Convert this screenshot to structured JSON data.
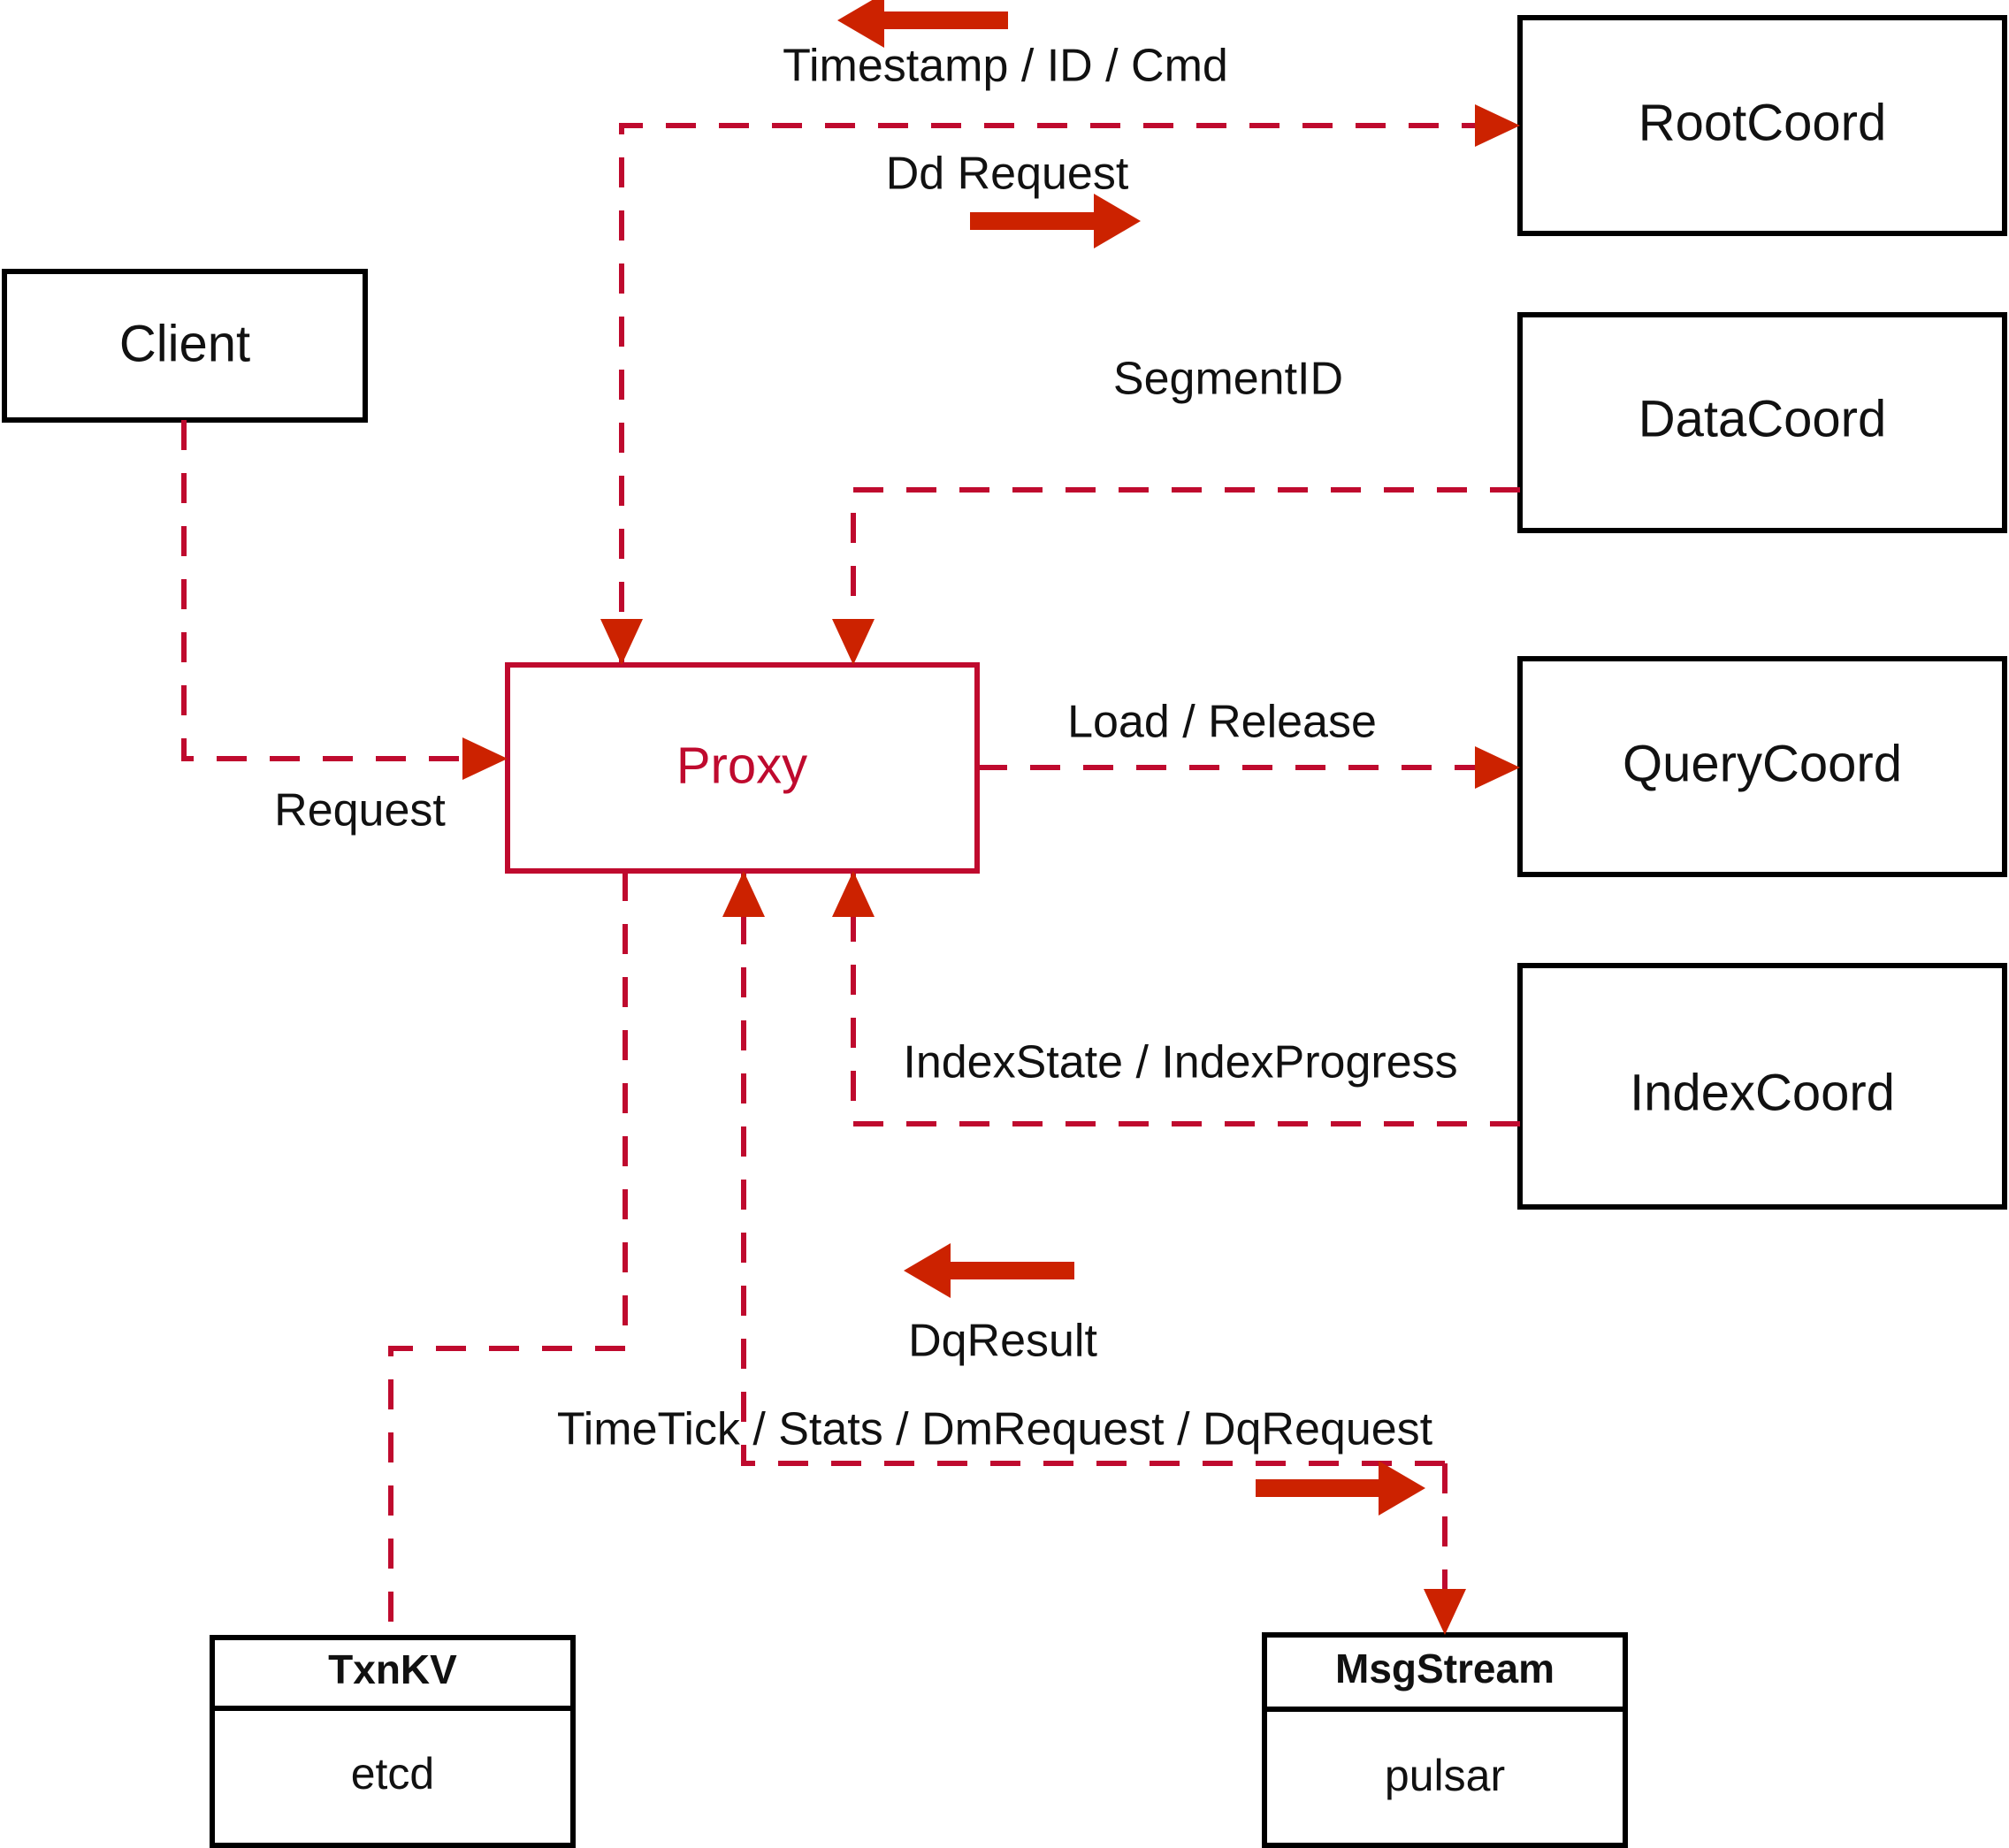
{
  "diagram": {
    "title": "Proxy component interaction diagram",
    "colors": {
      "accent": "#bf0a2e",
      "arrow_solid": "#cc2200",
      "node_stroke": "#000000",
      "background": "#ffffff"
    },
    "nodes": {
      "client": {
        "label": "Client"
      },
      "proxy": {
        "label": "Proxy"
      },
      "root_coord": {
        "label": "RootCoord"
      },
      "data_coord": {
        "label": "DataCoord"
      },
      "query_coord": {
        "label": "QueryCoord"
      },
      "index_coord": {
        "label": "IndexCoord"
      },
      "txnkv": {
        "label": "TxnKV",
        "impl": "etcd"
      },
      "msgstream": {
        "label": "MsgStream",
        "impl": "pulsar"
      }
    },
    "edge_labels": {
      "timestamp_id_cmd": "Timestamp / ID / Cmd",
      "dd_request": "Dd Request",
      "segment_id": "SegmentID",
      "load_release": "Load / Release",
      "index_state_progress": "IndexState / IndexProgress",
      "request": "Request",
      "dq_result": "DqResult",
      "timetick_stats": "TimeTick / Stats / DmRequest / DqRequest"
    },
    "icons": {
      "arrow_left": "arrow-left-icon",
      "arrow_right": "arrow-right-icon",
      "arrow_down": "arrow-down-icon",
      "arrow_up": "arrow-up-icon"
    }
  }
}
